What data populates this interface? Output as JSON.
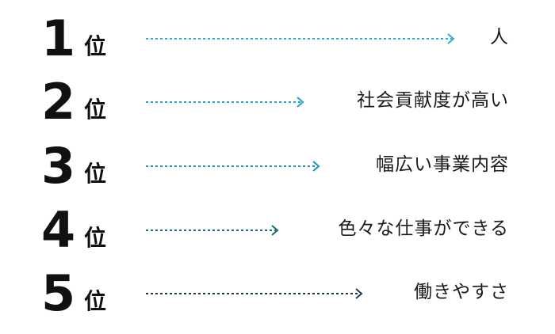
{
  "suffix": "位",
  "ranks": [
    {
      "number": "1",
      "label": "人",
      "color": "#2eaed8"
    },
    {
      "number": "2",
      "label": "社会貢献度が高い",
      "color": "#1ea3cf"
    },
    {
      "number": "3",
      "label": "幅広い事業内容",
      "color": "#1796b8"
    },
    {
      "number": "4",
      "label": "色々な仕事ができる",
      "color": "#186e74"
    },
    {
      "number": "5",
      "label": "働きやすさ",
      "color": "#1d3d4d"
    }
  ]
}
